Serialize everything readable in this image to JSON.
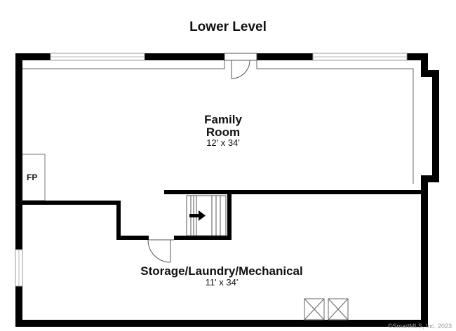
{
  "title": "Lower Level",
  "rooms": [
    {
      "name_line1": "Family",
      "name_line2": "Room",
      "dimensions": "12' x 34'"
    },
    {
      "name_line1": "Storage/Laundry/Mechanical",
      "dimensions": "11' x 34'"
    }
  ],
  "fireplace_label": "FP",
  "copyright": "©SmartMLS, Inc. 2023",
  "icons": {
    "stair_arrow": "arrow-right-icon"
  },
  "colors": {
    "wall": "#000000",
    "thin_line": "#555555",
    "window": "#cccccc",
    "text": "#111111"
  }
}
